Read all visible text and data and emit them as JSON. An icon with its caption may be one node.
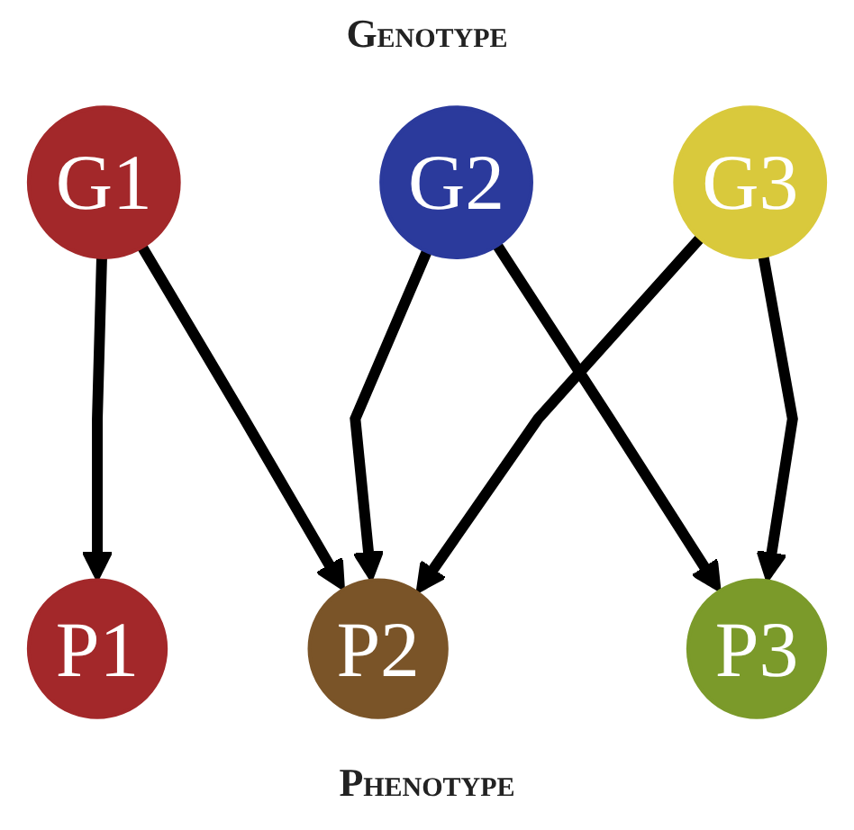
{
  "diagram": {
    "title": "Genotype",
    "caption": "Phenotype",
    "nodes": [
      {
        "text": [
          "G1"
        ]
      },
      {
        "text": [
          "G2"
        ]
      },
      {
        "text": [
          "G3"
        ]
      },
      {
        "text": [
          "P1"
        ]
      },
      {
        "text": [
          "P2"
        ]
      },
      {
        "text": [
          "P3"
        ]
      }
    ],
    "edges": [
      {
        "from": 0,
        "to": 3,
        "arrow": "to"
      },
      {
        "from": 0,
        "to": 4,
        "arrow": "to"
      },
      {
        "from": 1,
        "to": 4,
        "arrow": "to"
      },
      {
        "from": 1,
        "to": 5,
        "arrow": "to"
      },
      {
        "from": 2,
        "to": 4,
        "arrow": "to"
      },
      {
        "from": 2,
        "to": 5,
        "arrow": "to"
      }
    ]
  }
}
